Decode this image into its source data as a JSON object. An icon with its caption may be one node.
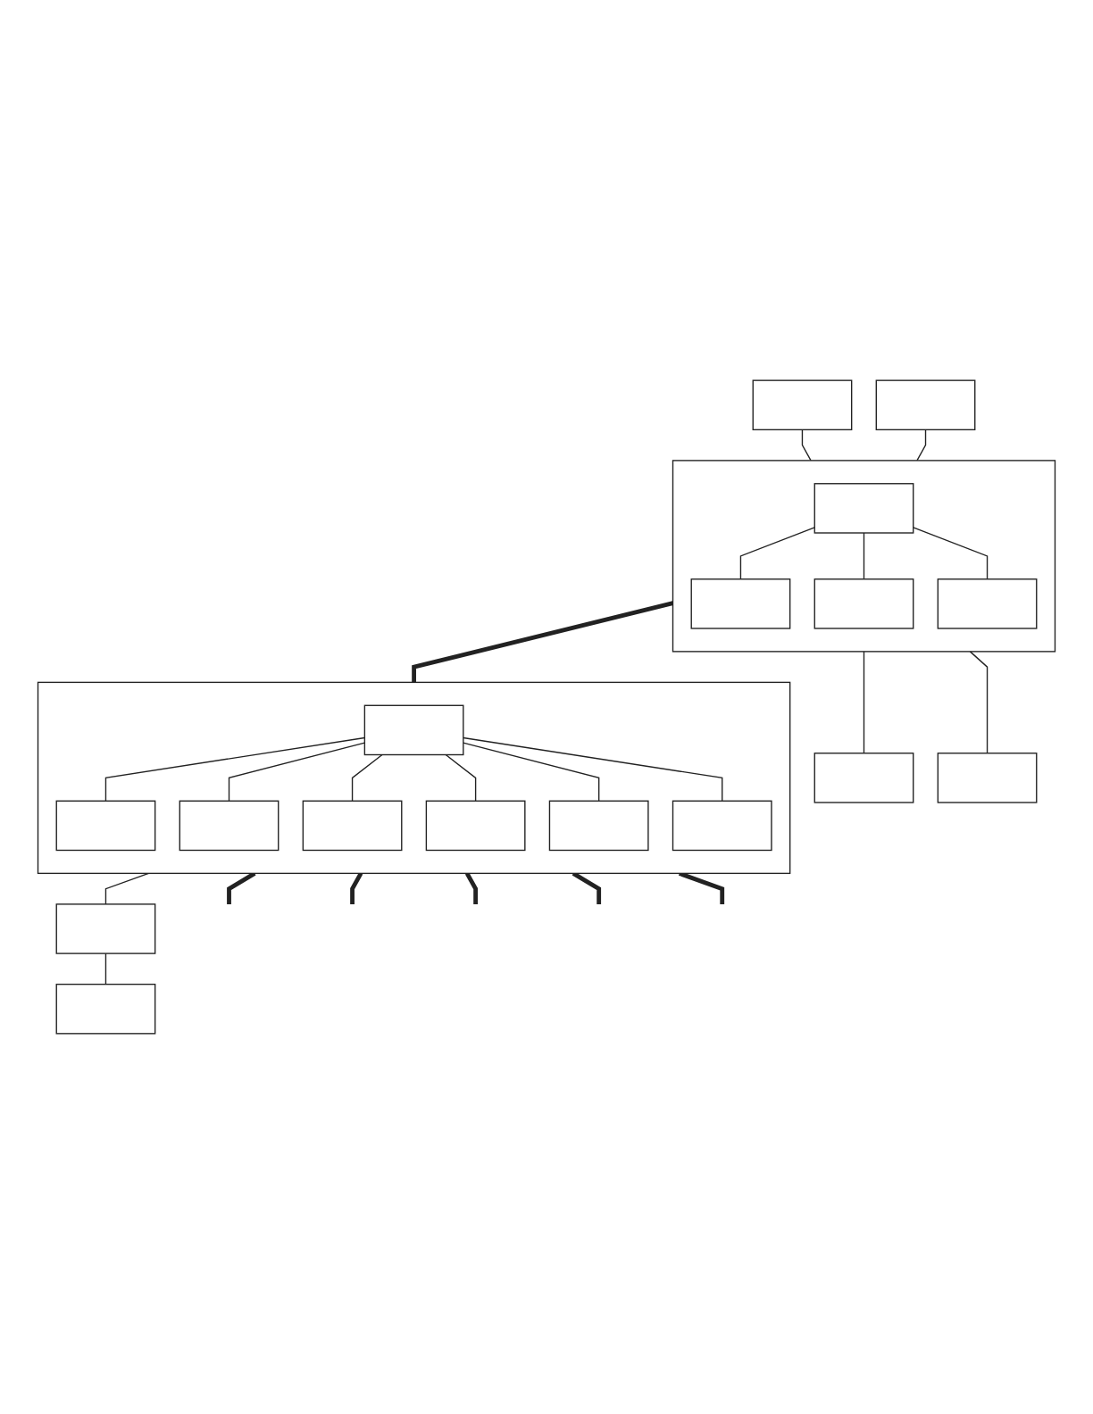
{
  "diagram": {
    "nodes": [
      {
        "text": [],
        "shape": "box"
      },
      {
        "text": [],
        "shape": "box"
      },
      {
        "text": [],
        "shape": "box"
      },
      {
        "text": [],
        "shape": "box",
        "in": 2
      },
      {
        "text": [],
        "shape": "box",
        "in": 2
      },
      {
        "text": [],
        "shape": "box",
        "in": 2
      },
      {
        "text": [],
        "shape": "box",
        "in": 2
      },
      {
        "text": [],
        "shape": "box"
      },
      {
        "text": [],
        "shape": "box"
      },
      {
        "text": [],
        "shape": "box"
      },
      {
        "text": [],
        "shape": "box",
        "in": 9
      },
      {
        "text": [],
        "shape": "box",
        "in": 9
      },
      {
        "text": [],
        "shape": "box",
        "in": 9
      },
      {
        "text": [],
        "shape": "box",
        "in": 9
      },
      {
        "text": [],
        "shape": "box",
        "in": 9
      },
      {
        "text": [],
        "shape": "box",
        "in": 9
      },
      {
        "text": [],
        "shape": "box",
        "in": 9
      },
      {
        "text": [],
        "shape": "box"
      },
      {
        "text": [],
        "shape": "box"
      }
    ],
    "edges": [
      {
        "from": 0,
        "to": 2,
        "arrow": "none"
      },
      {
        "from": 1,
        "to": 2,
        "arrow": "none"
      },
      {
        "from": 2,
        "to": 7,
        "arrow": "none"
      },
      {
        "from": 2,
        "to": 8,
        "arrow": "none"
      },
      {
        "from": 3,
        "to": 4,
        "arrow": "none"
      },
      {
        "from": 3,
        "to": 5,
        "arrow": "none"
      },
      {
        "from": 3,
        "to": 6,
        "arrow": "none"
      },
      {
        "from": 2,
        "to": 9,
        "arrow": "none",
        "style": "thick"
      },
      {
        "from": 10,
        "to": 14,
        "arrow": "none"
      },
      {
        "from": 10,
        "to": 15,
        "arrow": "none"
      },
      {
        "from": 10,
        "to": 16,
        "arrow": "none"
      },
      {
        "from": 10,
        "to": 11,
        "arrow": "none"
      },
      {
        "from": 10,
        "to": 12,
        "arrow": "none"
      },
      {
        "from": 10,
        "to": 13,
        "arrow": "none"
      },
      {
        "from": 9,
        "to": 17,
        "arrow": "none"
      },
      {
        "from": 17,
        "to": 18,
        "arrow": "none"
      },
      {
        "from": 9,
        "to": null,
        "arrow": "none",
        "style": "thick"
      },
      {
        "from": 9,
        "to": null,
        "arrow": "none",
        "style": "thick"
      },
      {
        "from": 9,
        "to": null,
        "arrow": "none",
        "style": "thick"
      },
      {
        "from": 9,
        "to": null,
        "arrow": "none",
        "style": "thick"
      },
      {
        "from": 9,
        "to": null,
        "arrow": "none",
        "style": "thick"
      }
    ]
  }
}
